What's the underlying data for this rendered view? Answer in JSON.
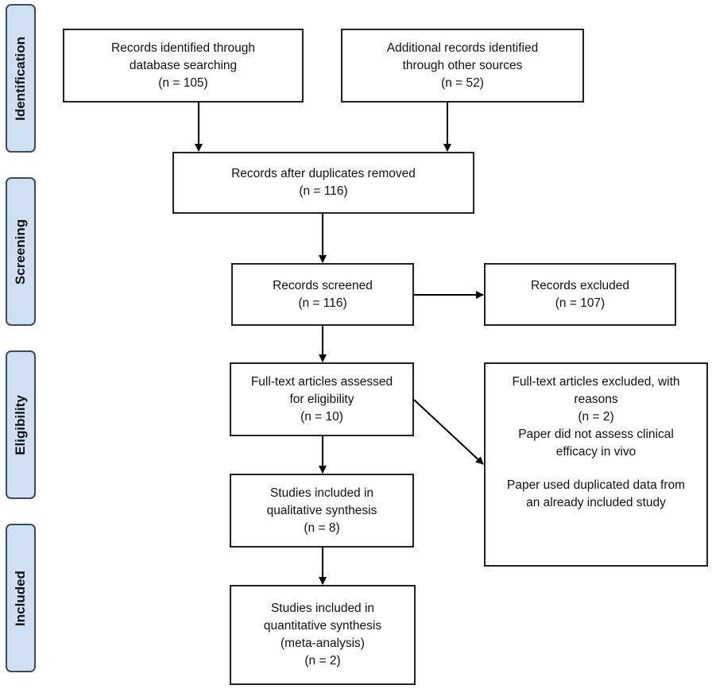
{
  "phases": {
    "identification": "Identification",
    "screening": "Screening",
    "eligibility": "Eligibility",
    "included": "Included"
  },
  "boxes": {
    "records_identified": {
      "l1": "Records identified through",
      "l2": "database searching",
      "n": "(n = 105)"
    },
    "additional_records": {
      "l1": "Additional records identified",
      "l2": "through other sources",
      "n": "(n = 52)"
    },
    "after_duplicates": {
      "l1": "Records after duplicates removed",
      "n": "(n = 116)"
    },
    "screened": {
      "l1": "Records screened",
      "n": "(n = 116)"
    },
    "excluded": {
      "l1": "Records excluded",
      "n": "(n = 107)"
    },
    "fulltext_assessed": {
      "l1": "Full-text articles assessed",
      "l2": "for eligibility",
      "n": "(n = 10)"
    },
    "fulltext_excluded": {
      "l1": "Full-text articles excluded, with",
      "l2": "reasons",
      "n": "(n = 2)",
      "r1a": "Paper did not assess clinical",
      "r1b": "efficacy in vivo",
      "r2a": "Paper used duplicated data from",
      "r2b": "an already included study"
    },
    "qualitative": {
      "l1": "Studies included in",
      "l2": "qualitative synthesis",
      "n": "(n = 8)"
    },
    "quantitative": {
      "l1": "Studies included in",
      "l2": "quantitative synthesis",
      "l3": "(meta-analysis)",
      "n": "(n =  2)"
    }
  }
}
